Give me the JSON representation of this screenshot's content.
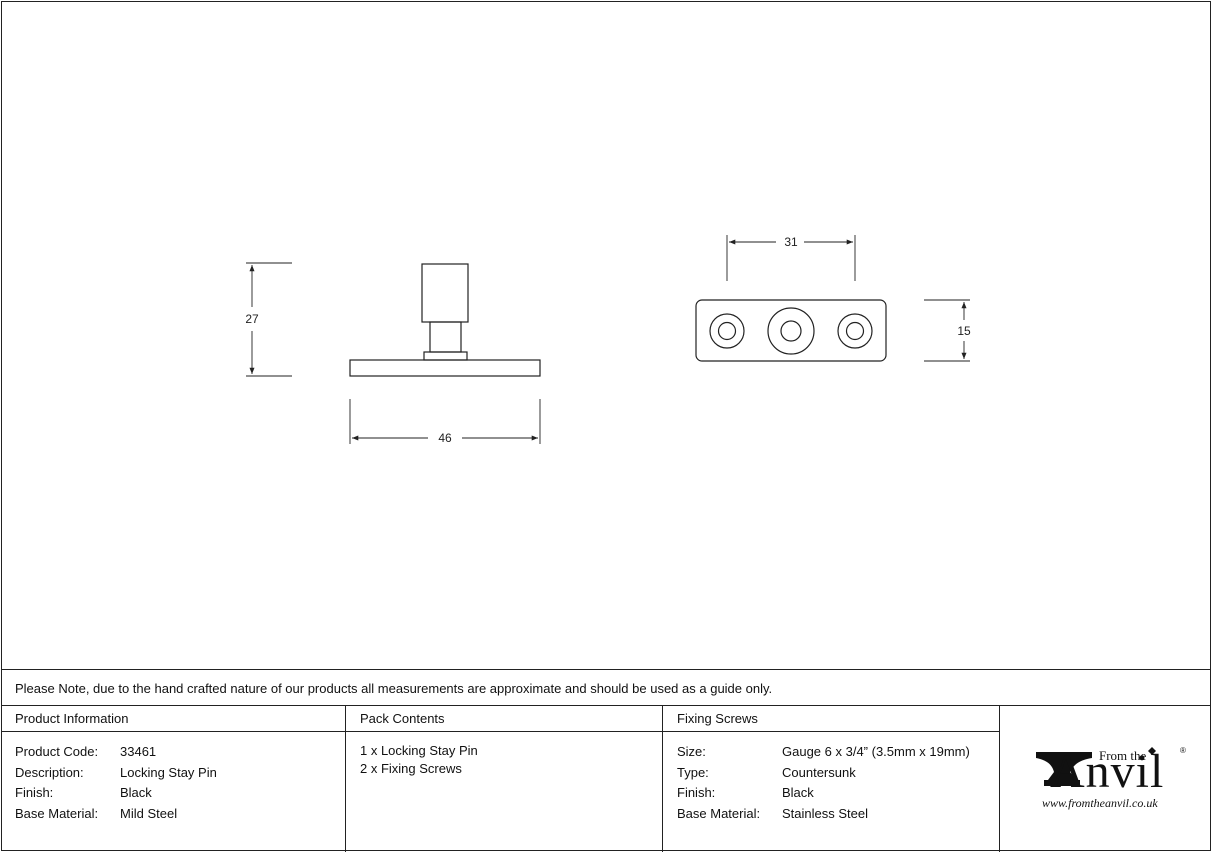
{
  "dimensions": {
    "height": "27",
    "width": "46",
    "hole_spacing": "31",
    "base_height": "15"
  },
  "note": "Please Note, due to the hand crafted nature of our products all measurements are approximate and should be used as a guide only.",
  "product_information": {
    "heading": "Product Information",
    "rows": [
      {
        "label": "Product Code:",
        "value": "33461"
      },
      {
        "label": "Description:",
        "value": "Locking Stay Pin"
      },
      {
        "label": "Finish:",
        "value": "Black"
      },
      {
        "label": "Base Material:",
        "value": "Mild Steel"
      }
    ]
  },
  "pack_contents": {
    "heading": "Pack Contents",
    "items": [
      "1 x Locking Stay Pin",
      "2 x Fixing Screws"
    ]
  },
  "fixing_screws": {
    "heading": "Fixing Screws",
    "rows": [
      {
        "label": "Size:",
        "value": "Gauge 6 x 3/4” (3.5mm x 19mm)"
      },
      {
        "label": "Type:",
        "value": "Countersunk"
      },
      {
        "label": "Finish:",
        "value": "Black"
      },
      {
        "label": "Base Material:",
        "value": "Stainless Steel"
      }
    ]
  },
  "logo": {
    "from_the": "From the",
    "brand": "Anvil",
    "registered": "®",
    "url": "www.fromtheanvil.co.uk"
  }
}
